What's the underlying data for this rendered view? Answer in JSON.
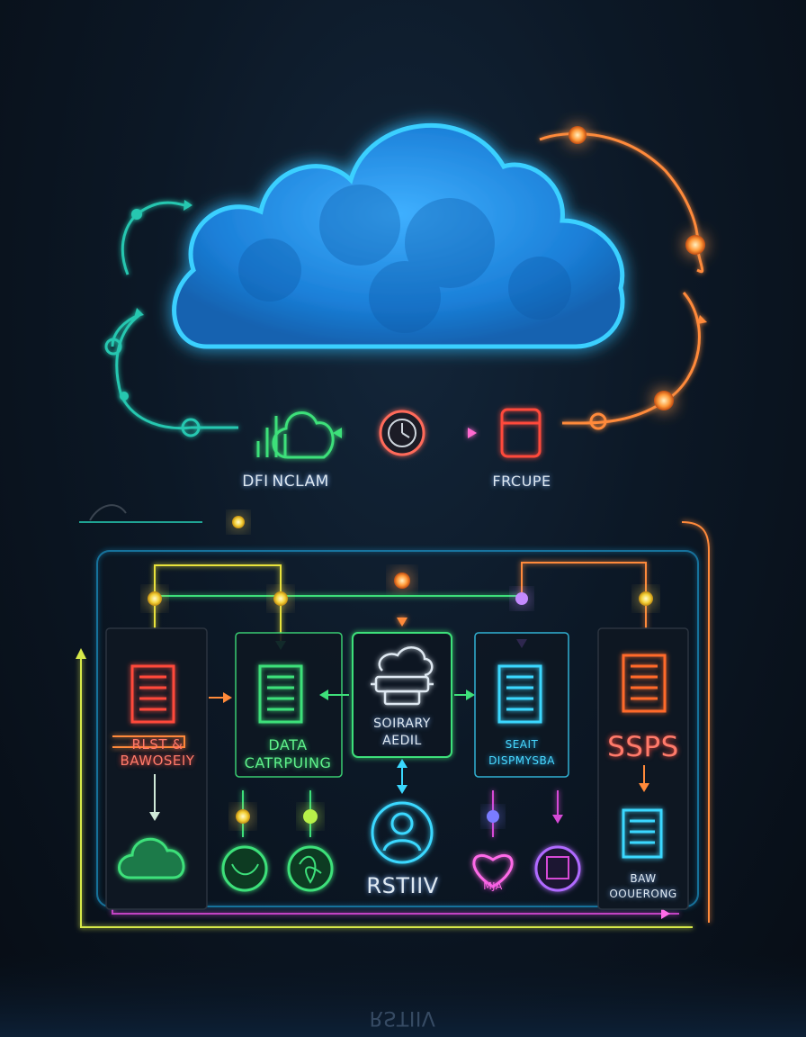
{
  "labels": {
    "left_top": "DFI NCLAM",
    "right_top": "FRCUPE",
    "box1": "RLST &\nBAWOSEIY",
    "box2": "DATA\nCATRPUING",
    "box3": "SOIRARY\nAEDIL",
    "box4": "SEAIT\nDISPMYSBA",
    "box5": "SSPS",
    "center_bottom": "RSTIIV",
    "bottom_pink": "MJA",
    "bottom_right": "BAW\nOOUERONG",
    "reflection": "RSTIIV"
  },
  "colors": {
    "cloud": "#2aa8ff",
    "green": "#3ee07a",
    "orange": "#ff8a3a",
    "red": "#ff4a3a",
    "yellow": "#e8e23a",
    "cyan": "#3ad8ff",
    "magenta": "#d64ad6",
    "teal": "#25c7b0"
  },
  "icons": [
    "cloud-icon",
    "chart-cloud-icon",
    "clock-icon",
    "database-icon",
    "server-rack-icon",
    "spreadsheet-icon",
    "cloud-data-icon",
    "table-icon",
    "server-stack-icon",
    "user-icon",
    "mask-icon",
    "leaf-circle-icon",
    "heart-icon",
    "robot-icon",
    "small-cloud-icon"
  ]
}
